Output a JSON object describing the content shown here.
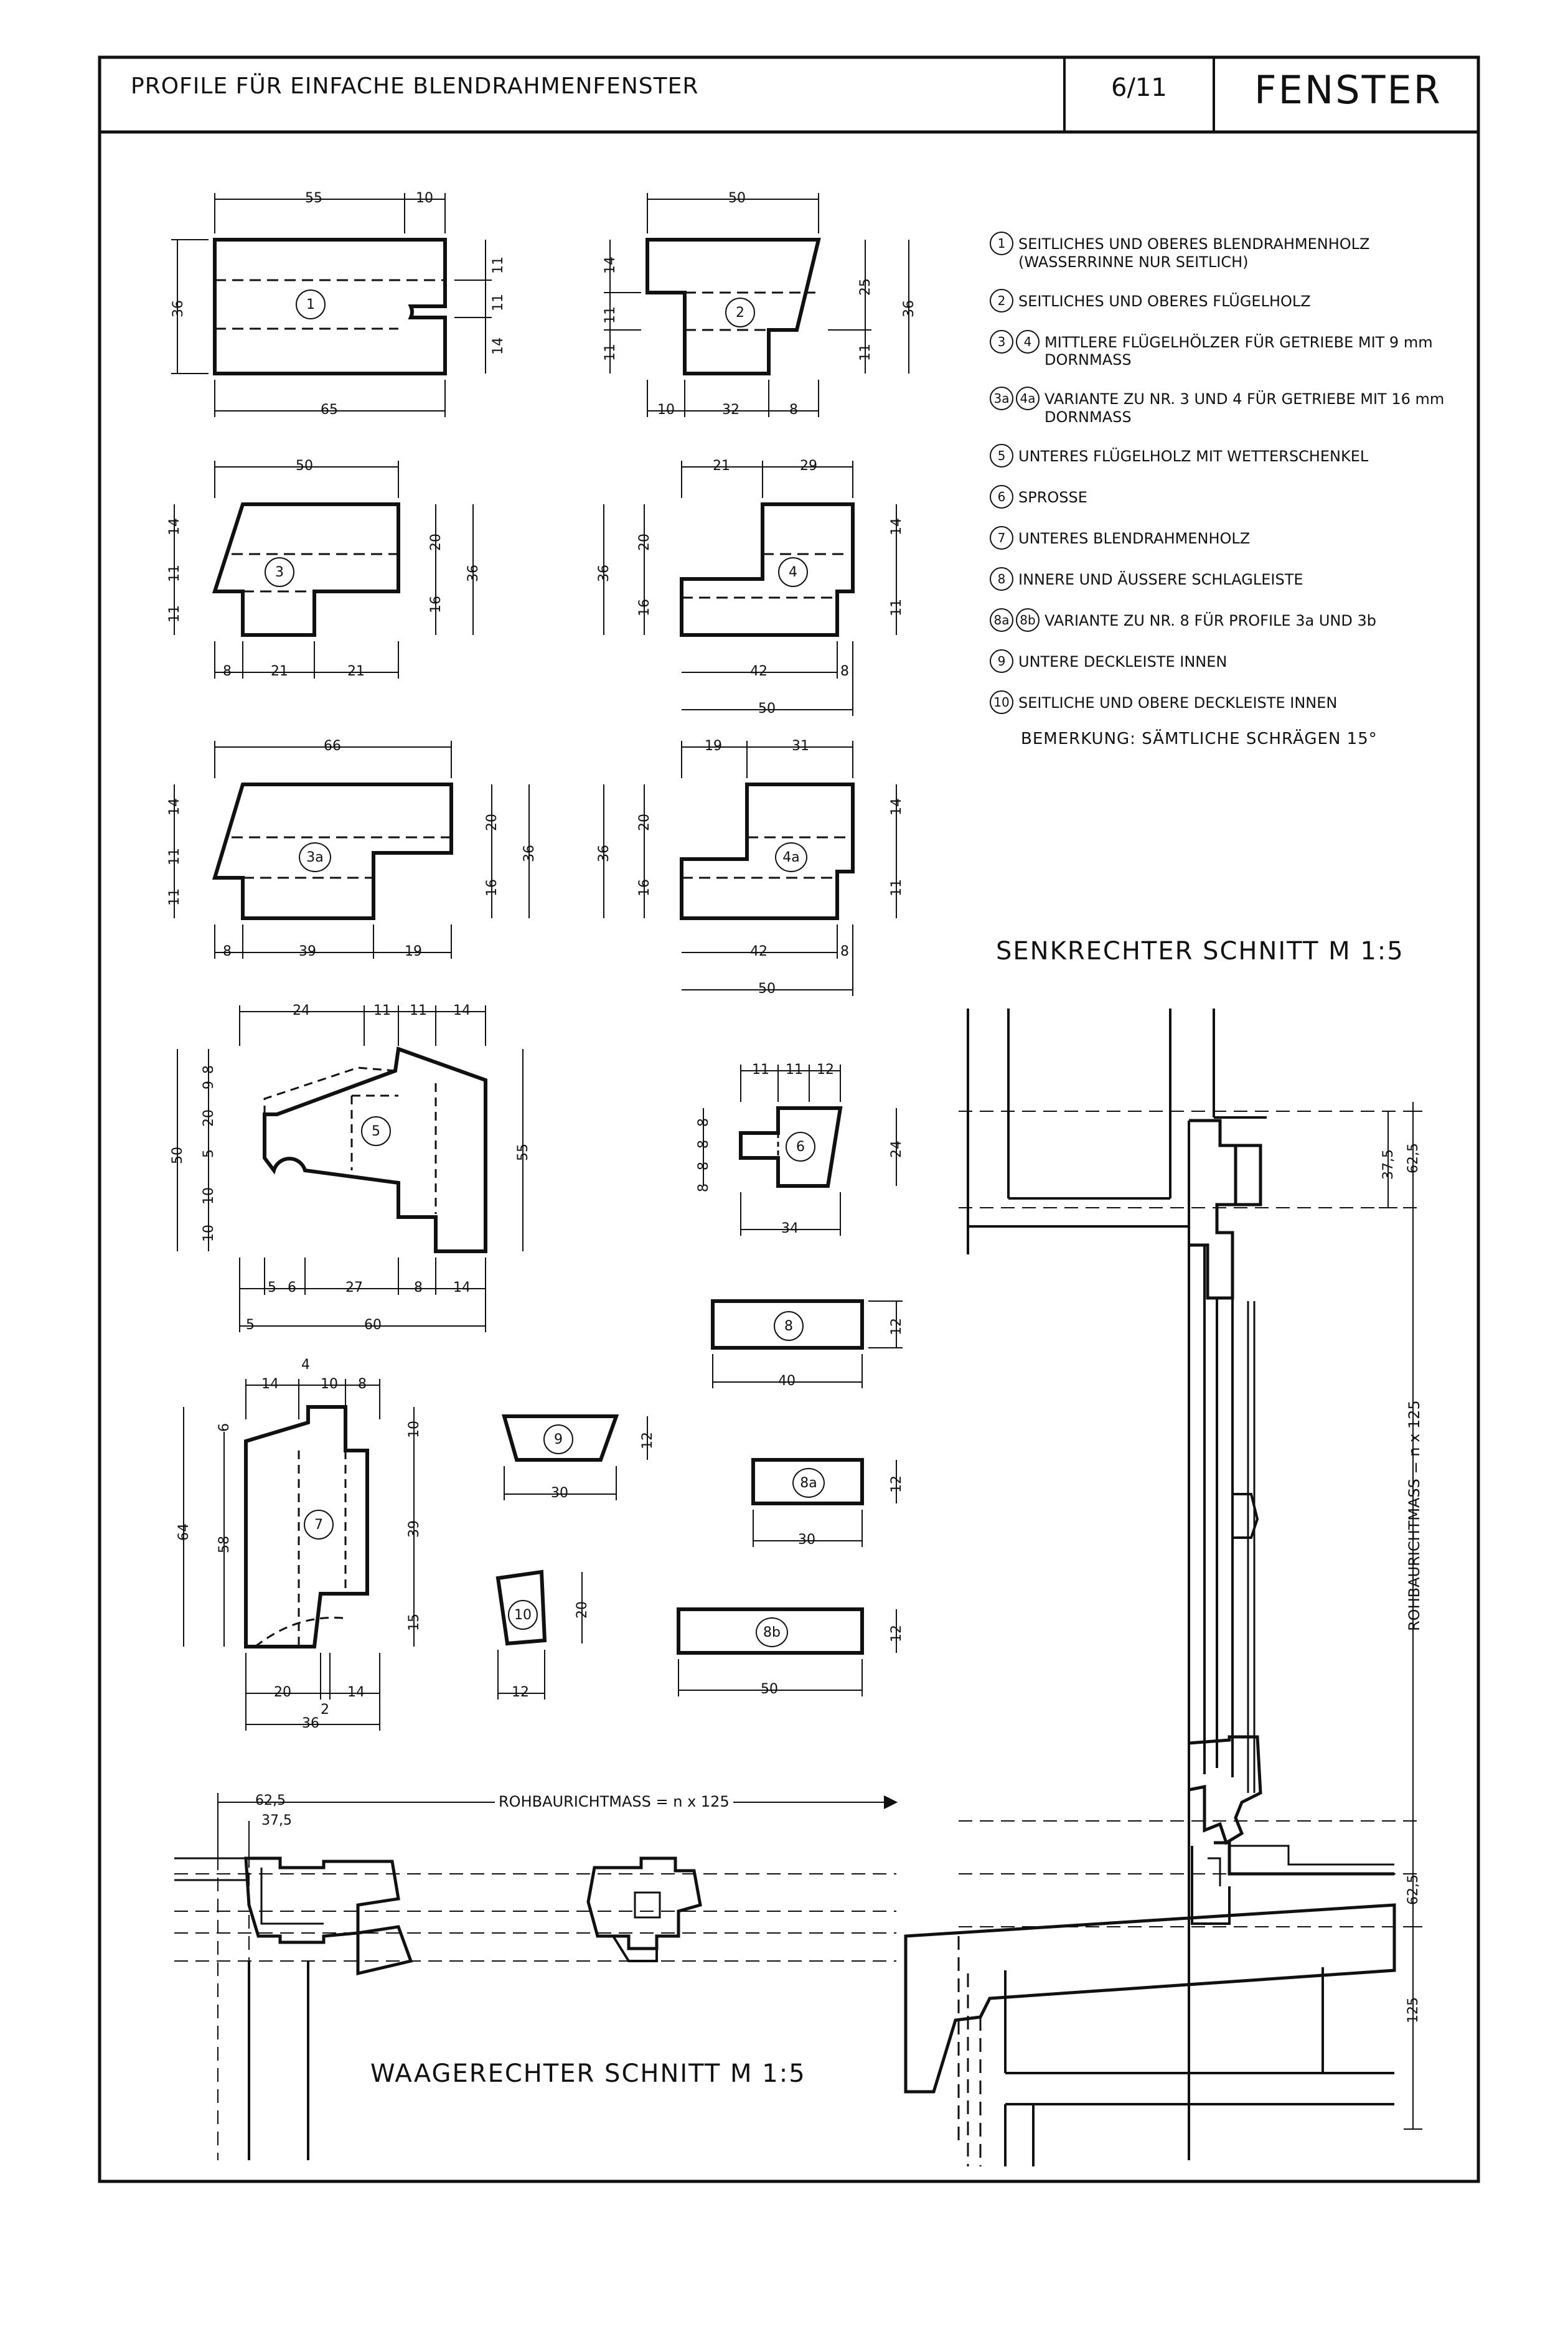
{
  "header": {
    "title": "PROFILE FÜR EINFACHE BLENDRAHMENFENSTER",
    "page": "6/11",
    "section": "FENSTER"
  },
  "legend": [
    {
      "nums": [
        "1"
      ],
      "text": "SEITLICHES UND OBERES BLENDRAHMENHOLZ (WASSERRINNE NUR SEITLICH)"
    },
    {
      "nums": [
        "2"
      ],
      "text": "SEITLICHES UND OBERES FLÜGELHOLZ"
    },
    {
      "nums": [
        "3",
        "4"
      ],
      "text": "MITTLERE FLÜGELHÖLZER FÜR GETRIEBE MIT 9 mm DORNMASS"
    },
    {
      "nums": [
        "3a",
        "4a"
      ],
      "text": "VARIANTE ZU NR. 3 UND 4 FÜR GETRIEBE MIT 16 mm DORNMASS"
    },
    {
      "nums": [
        "5"
      ],
      "text": "UNTERES FLÜGELHOLZ MIT WETTERSCHENKEL"
    },
    {
      "nums": [
        "6"
      ],
      "text": "SPROSSE"
    },
    {
      "nums": [
        "7"
      ],
      "text": "UNTERES BLENDRAHMENHOLZ"
    },
    {
      "nums": [
        "8"
      ],
      "text": "INNERE UND ÄUSSERE SCHLAGLEISTE"
    },
    {
      "nums": [
        "8a",
        "8b"
      ],
      "text": "VARIANTE ZU NR. 8 FÜR PROFILE 3a UND 3b"
    },
    {
      "nums": [
        "9"
      ],
      "text": "UNTERE DECKLEISTE INNEN"
    },
    {
      "nums": [
        "10"
      ],
      "text": "SEITLICHE UND OBERE DECKLEISTE INNEN"
    }
  ],
  "note": "BEMERKUNG: SÄMTLICHE SCHRÄGEN 15°",
  "sections": {
    "vertical_title": "SENKRECHTER SCHNITT M 1:5",
    "horizontal_title": "WAAGERECHTER SCHNITT M 1:5",
    "rohbau_label": "ROHBAURICHTMASS = n x 125",
    "dims_vertical": [
      "37,5",
      "62,5",
      "62,5",
      "125"
    ],
    "dims_horizontal": [
      "62,5",
      "37,5"
    ]
  },
  "profiles": {
    "p1": {
      "label": "1",
      "dims": [
        "55",
        "10",
        "65",
        "36",
        "11",
        "11",
        "14"
      ]
    },
    "p2": {
      "label": "2",
      "dims": [
        "50",
        "10",
        "32",
        "8",
        "14",
        "11",
        "11",
        "25",
        "11",
        "36"
      ]
    },
    "p3": {
      "label": "3",
      "dims": [
        "50",
        "8",
        "21",
        "21",
        "14",
        "11",
        "11",
        "20",
        "16",
        "36"
      ]
    },
    "p4": {
      "label": "4",
      "dims": [
        "21",
        "29",
        "42",
        "8",
        "50",
        "36",
        "20",
        "16",
        "14",
        "11"
      ]
    },
    "p3a": {
      "label": "3a",
      "dims": [
        "66",
        "8",
        "39",
        "19",
        "14",
        "11",
        "11",
        "20",
        "16",
        "36"
      ]
    },
    "p4a": {
      "label": "4a",
      "dims": [
        "19",
        "31",
        "42",
        "8",
        "50",
        "36",
        "20",
        "16",
        "14",
        "11"
      ]
    },
    "p5": {
      "label": "5",
      "dims": [
        "24",
        "11",
        "11",
        "14",
        "5",
        "6",
        "27",
        "8",
        "14",
        "5",
        "60",
        "8",
        "9",
        "20",
        "5",
        "50",
        "10",
        "10",
        "55"
      ]
    },
    "p6": {
      "label": "6",
      "dims": [
        "11",
        "11",
        "12",
        "8",
        "8",
        "8",
        "8",
        "34",
        "24"
      ]
    },
    "p7": {
      "label": "7",
      "dims": [
        "14",
        "4",
        "10",
        "8",
        "6",
        "64",
        "58",
        "10",
        "39",
        "15",
        "20",
        "2",
        "14",
        "36"
      ]
    },
    "p8": {
      "label": "8",
      "dims": [
        "40",
        "12"
      ]
    },
    "p8a": {
      "label": "8a",
      "dims": [
        "30",
        "12"
      ]
    },
    "p8b": {
      "label": "8b",
      "dims": [
        "50",
        "12"
      ]
    },
    "p9": {
      "label": "9",
      "dims": [
        "30",
        "12"
      ]
    },
    "p10": {
      "label": "10",
      "dims": [
        "12",
        "20"
      ]
    }
  }
}
